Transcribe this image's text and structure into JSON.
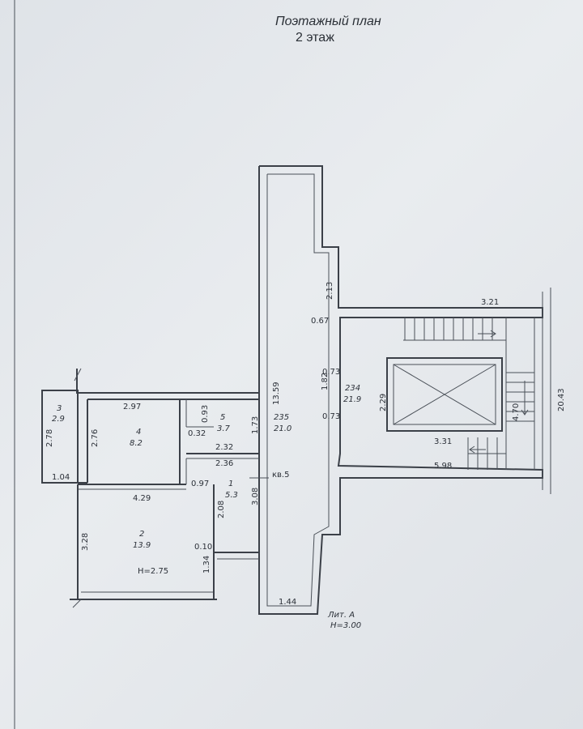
{
  "title": "Поэтажный план",
  "subtitle": "2 этаж",
  "apartment_label": "кв.5",
  "lit": {
    "name": "Лит. А",
    "height": "H=3.00"
  },
  "room2_height": "H=2.75",
  "rooms": [
    {
      "num": "1",
      "area": "5.3"
    },
    {
      "num": "2",
      "area": "13.9"
    },
    {
      "num": "3",
      "area": "2.9"
    },
    {
      "num": "4",
      "area": "8.2"
    },
    {
      "num": "5",
      "area": "3.7"
    },
    {
      "num": "235",
      "area": "21.0"
    },
    {
      "num": "234",
      "area": "21.9"
    }
  ],
  "dimensions": [
    "3.21",
    "0.67",
    "2.13",
    "0.73",
    "1.82",
    "0.73",
    "2.29",
    "4.70",
    "20.43",
    "3.31",
    "5.98",
    "13.59",
    "1.73",
    "3.08",
    "1.44",
    "2.97",
    "0.93",
    "0.32",
    "2.32",
    "2.36",
    "0.97",
    "4.29",
    "2.08",
    "0.10",
    "1.34",
    "3.28",
    "2.78",
    "2.76",
    "1.04"
  ],
  "colors": {
    "line": "#3b4048",
    "paper": "#e6e9ed"
  }
}
